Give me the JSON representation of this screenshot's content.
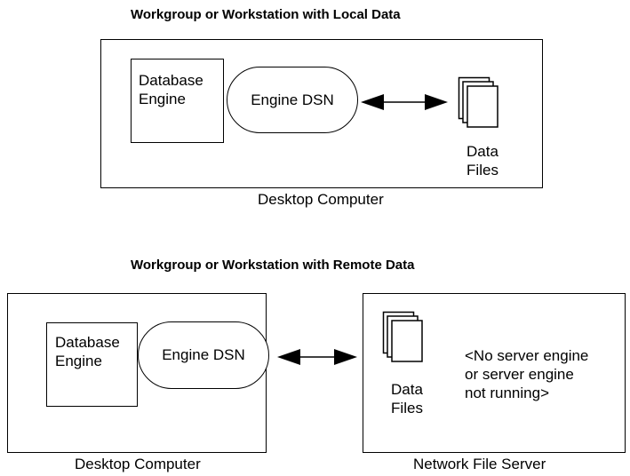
{
  "local": {
    "title": "Workgroup or Workstation with Local Data",
    "database_engine": "Database\nEngine",
    "engine_dsn": "Engine DSN",
    "data_files": "Data\nFiles",
    "computer_label": "Desktop Computer"
  },
  "remote": {
    "title": "Workgroup or Workstation with Remote Data",
    "database_engine": "Database\nEngine",
    "engine_dsn": "Engine DSN",
    "data_files": "Data\nFiles",
    "server_note": "<No server engine\nor server engine\nnot running>",
    "computer_label": "Desktop Computer",
    "server_label": "Network File Server"
  }
}
